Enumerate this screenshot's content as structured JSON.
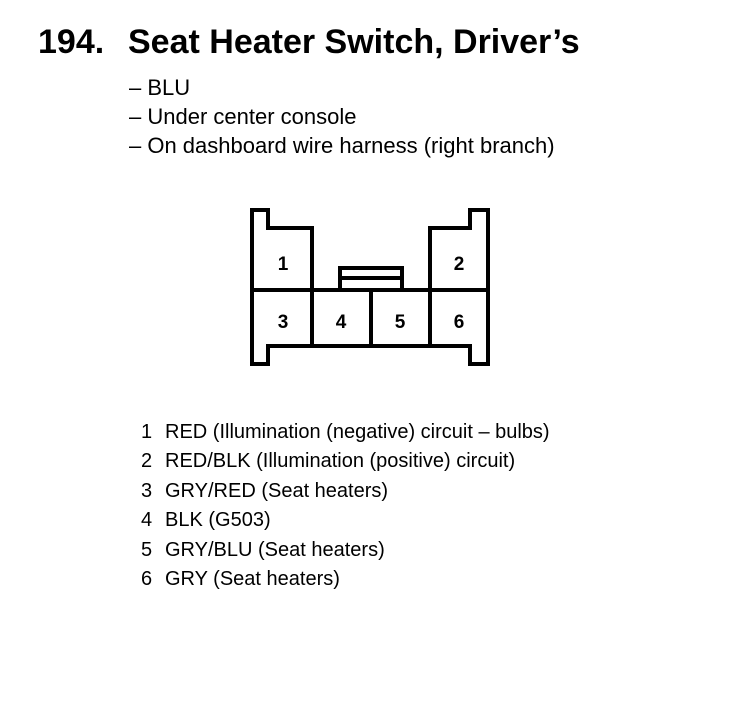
{
  "title": {
    "number": "194.",
    "text": "Seat Heater Switch, Driver’s"
  },
  "details": [
    "– BLU",
    "– Under center console",
    "– On dashboard wire harness (right branch)"
  ],
  "connector": {
    "pins": [
      "1",
      "2",
      "3",
      "4",
      "5",
      "6"
    ]
  },
  "pinouts": [
    {
      "pin": "1",
      "desc": "RED (Illumination (negative) circuit – bulbs)"
    },
    {
      "pin": "2",
      "desc": "RED/BLK (Illumination (positive) circuit)"
    },
    {
      "pin": "3",
      "desc": "GRY/RED (Seat heaters)"
    },
    {
      "pin": "4",
      "desc": "BLK (G503)"
    },
    {
      "pin": "5",
      "desc": "GRY/BLU (Seat heaters)"
    },
    {
      "pin": "6",
      "desc": "GRY (Seat heaters)"
    }
  ]
}
